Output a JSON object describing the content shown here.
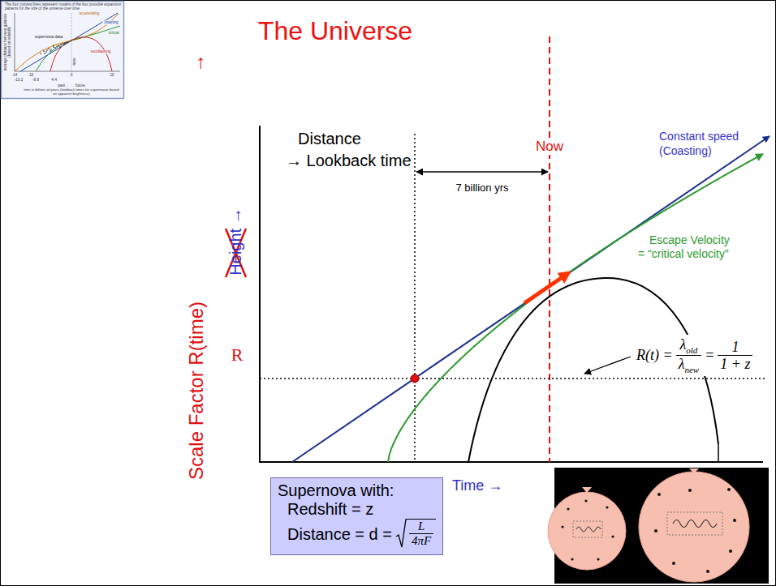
{
  "diagram": {
    "title": "The Universe",
    "nodes": [
      {
        "text": [
          "Supernova with:",
          "Redshift = z",
          "Distance = d =",
          "L",
          "4πF"
        ]
      }
    ],
    "labels": [
      "Scale Factor R(time)",
      "→",
      "Height →",
      "R",
      "Distance",
      "→ Lookback time",
      "Now",
      "7 billion yrs",
      "Constant speed",
      "(Coasting)",
      "Escape Velocity",
      "= “critical velocity”",
      "R(t) =",
      "λ",
      "old",
      "λ",
      "new",
      "=",
      "1",
      "1 + z",
      "Time →",
      "The four colored lines represent models of the four possible expansion patterns for the size of the universe over time.",
      "average distance between galaxies (based on redshift)",
      "supernova data",
      "now",
      "accelerating",
      "coasting",
      "critical",
      "recollapsing",
      "-14",
      "-13.2",
      "-10",
      "-8.8",
      "-4.4",
      "0",
      "10",
      "past ← → future",
      "time in billions of years (lookback times for supernovae based on apparent brightness)"
    ]
  }
}
